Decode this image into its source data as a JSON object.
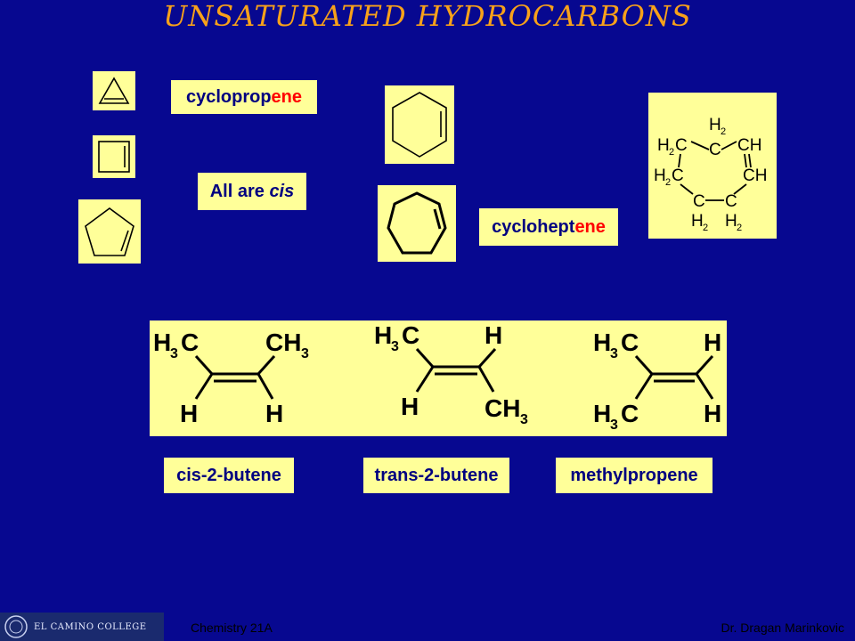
{
  "title": "UNSATURATED HYDROCARBONS",
  "labels": {
    "cyclopropene_stem": "cycloprop",
    "cyclopropene_suffix": "ene",
    "all_are": "All are ",
    "cis_word": "cis",
    "cycloheptene_stem": "cyclohept",
    "cycloheptene_suffix": "ene",
    "cis_2_butene": "cis-2-butene",
    "trans_2_butene": "trans-2-butene",
    "methylpropene": "methylpropene"
  },
  "heptene_condensed": {
    "top": "H2C",
    "top_h": "H",
    "top_sub": "2",
    "top_c": "C",
    "left_upper_h": "H",
    "left_upper_sub": "2",
    "left_upper_c": "C",
    "right_upper": "CH",
    "left_lower_h": "H",
    "left_lower_sub": "2",
    "left_lower_c": "C",
    "right_lower": "CH",
    "bottom_left_c": "C",
    "bottom_right_c": "C",
    "bottom_left_h": "H",
    "bottom_left_sub": "2",
    "bottom_right_h": "H",
    "bottom_right_sub": "2"
  },
  "butenes": {
    "cis": {
      "tl": "H",
      "tl_sub": "3",
      "tl_c": "C",
      "tr_c": "CH",
      "tr_sub": "3",
      "bl": "H",
      "br": "H"
    },
    "trans": {
      "tl": "H",
      "tl_sub": "3",
      "tl_c": "C",
      "tr": "H",
      "bl": "H",
      "br_c": "CH",
      "br_sub": "3"
    },
    "methyl": {
      "tl": "H",
      "tl_sub": "3",
      "tl_c": "C",
      "tr": "H",
      "bl": "H",
      "bl_sub": "3",
      "bl_c": "C",
      "br": "H"
    }
  },
  "footer": {
    "college": "EL CAMINO COLLEGE",
    "course": "Chemistry 21A",
    "author": "Dr. Dragan Marinkovic"
  },
  "colors": {
    "background": "#070890",
    "title": "#f7a11a",
    "card": "#ffff99",
    "label_text": "#000080",
    "ene": "#ff0000"
  }
}
